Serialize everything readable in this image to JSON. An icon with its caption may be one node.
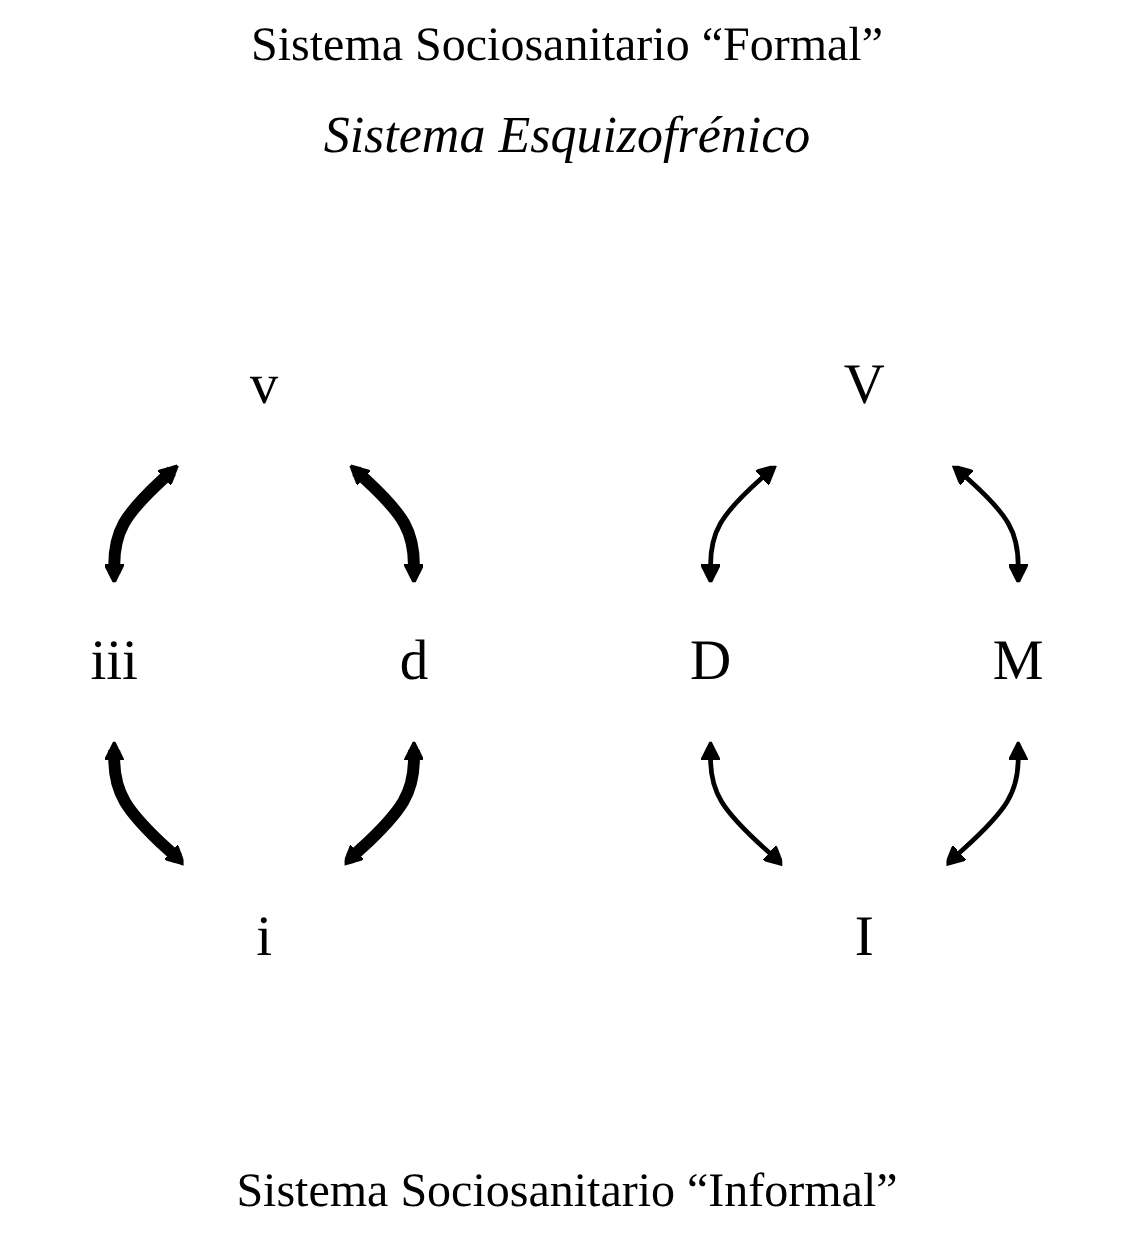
{
  "diagram": {
    "title": "Sistema Sociosanitario “Formal”",
    "caption": "Sistema Sociosanitario “Informal”",
    "nodes": [
      {
        "text": [
          "v"
        ]
      },
      {
        "text": [
          "d"
        ]
      },
      {
        "text": [
          "V"
        ]
      },
      {
        "text": [
          "D"
        ]
      },
      {
        "text": [
          "M"
        ]
      },
      {
        "text": [
          "I"
        ]
      },
      {
        "text": [
          "iii"
        ]
      },
      {
        "text": [
          "i"
        ]
      }
    ],
    "edges": [
      {
        "from": 0,
        "to": 1,
        "arrow": "both",
        "style": "thick"
      },
      {
        "from": 2,
        "to": 3,
        "arrow": "both"
      },
      {
        "from": 2,
        "to": 4,
        "arrow": "both"
      },
      {
        "from": 3,
        "to": 5,
        "arrow": "both"
      },
      {
        "from": 4,
        "to": 5,
        "arrow": "both"
      },
      {
        "from": 6,
        "to": 7,
        "arrow": "both",
        "style": "thick"
      },
      {
        "from": 0,
        "to": 6,
        "arrow": "both",
        "style": "thick"
      },
      {
        "from": 1,
        "to": 7,
        "arrow": "both",
        "style": "thick"
      }
    ],
    "labels": [
      "Sistema Esquizofrénico"
    ]
  }
}
